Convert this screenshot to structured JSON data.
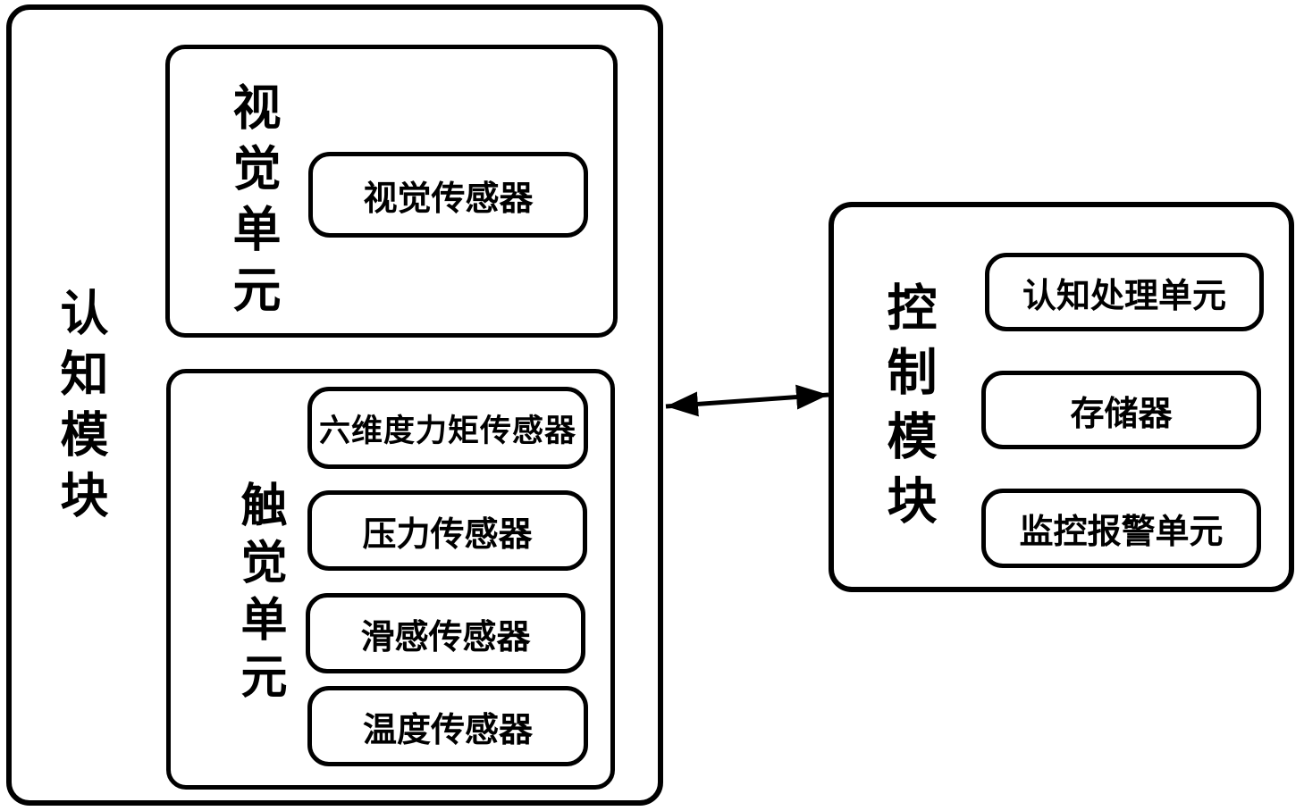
{
  "diagram": {
    "colors": {
      "line": "#000000",
      "background": "#ffffff"
    },
    "cognition_module": {
      "label": "认知模块",
      "vision_unit": {
        "label": "视觉单元",
        "sensors": [
          "视觉传感器"
        ]
      },
      "tactile_unit": {
        "label": "触觉单元",
        "sensors": [
          "六维度力矩传感器",
          "压力传感器",
          "滑感传感器",
          "温度传感器"
        ]
      }
    },
    "control_module": {
      "label": "控制模块",
      "units": [
        "认知处理单元",
        "存储器",
        "监控报警单元"
      ]
    },
    "connector": {
      "type": "double-headed-arrow",
      "from": "认知模块",
      "to": "控制模块"
    }
  }
}
